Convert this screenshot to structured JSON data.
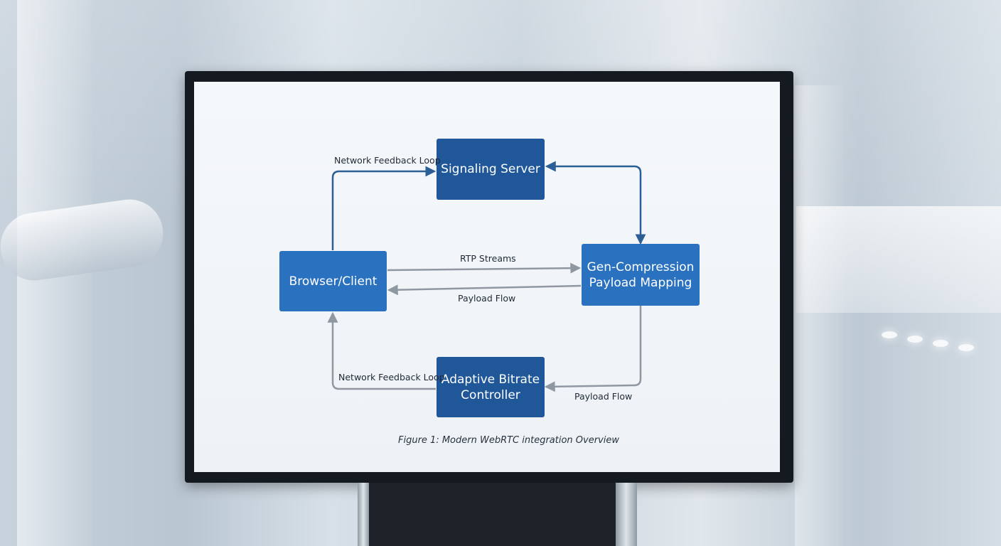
{
  "diagram": {
    "nodes": {
      "signaling": "Signaling Server",
      "browser": "Browser/Client",
      "compression": "Gen-Compression\nPayload Mapping",
      "abr": "Adaptive Bitrate\nController"
    },
    "edges": {
      "feedback_top": "Network Feedback Loop",
      "rtp": "RTP Streams",
      "payload_mid": "Payload Flow",
      "feedback_bottom": "Network Feedback Loop",
      "payload_bottom": "Payload Flow"
    },
    "caption": "Figure 1: Modern WebRTC integration Overview"
  },
  "colors": {
    "dark_blue": "#1f5799",
    "light_blue": "#2a72c0",
    "arrow_blue": "#2b5f96",
    "arrow_gray": "#8f98a2"
  }
}
